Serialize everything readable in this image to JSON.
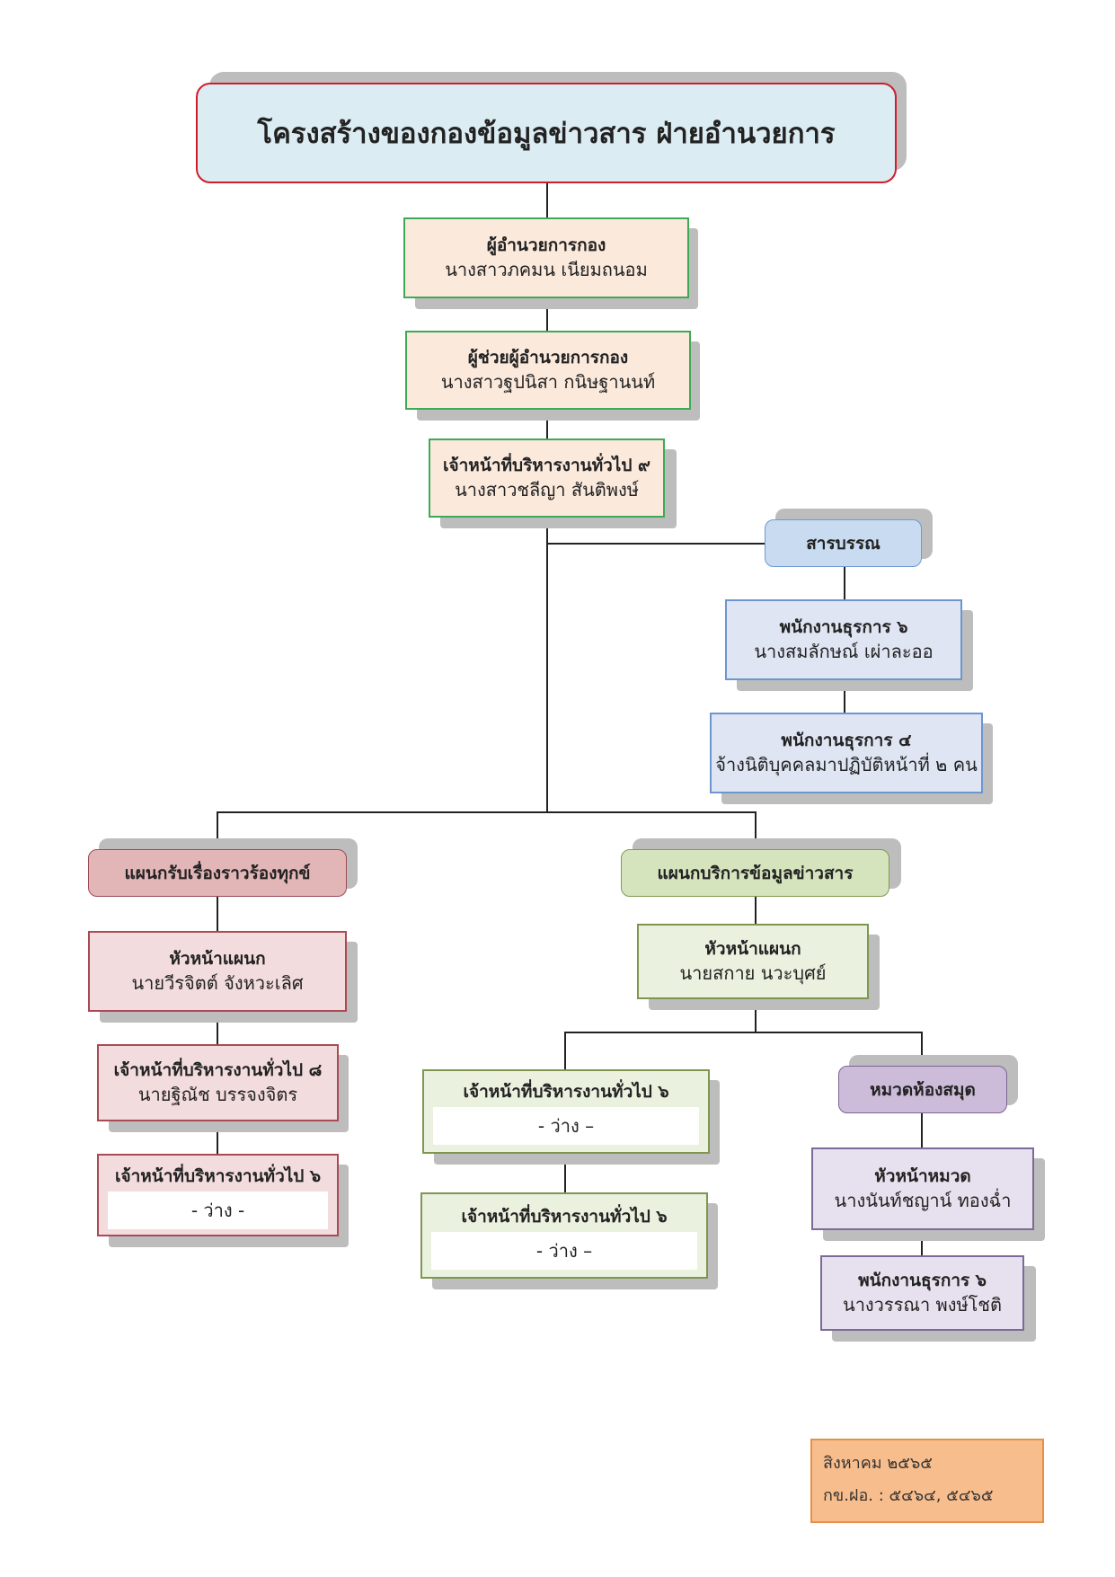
{
  "title": "โครงสร้างของกองข้อมูลข่าวสาร ฝ่ายอำนวยการ",
  "director": {
    "title": "ผู้อำนวยการกอง",
    "name": "นางสาวภคมน  เนียมถนอม"
  },
  "assistant_director": {
    "title": "ผู้ช่วยผู้อำนวยการกอง",
    "name": "นางสาวฐปนิสา  กนิษฐานนท์"
  },
  "general_officer_9": {
    "title": "เจ้าหน้าที่บริหารงานทั่วไป ๙",
    "name": "นางสาวชลีญา  สันติพงษ์"
  },
  "saraban": {
    "label": "สารบรรณ",
    "clerk_6": {
      "title": "พนักงานธุรการ ๖",
      "name": "นางสมลักษณ์  เผ่าละออ"
    },
    "clerk_4": {
      "title": "พนักงานธุรการ ๔",
      "name": "จ้างนิติบุคคลมาปฏิบัติหน้าที่ ๒ คน"
    }
  },
  "complaints_section": {
    "label": "แผนกรับเรื่องราวร้องทุกข์",
    "head": {
      "title": "หัวหน้าแผนก",
      "name": "นายวีรจิตต์  จังหวะเลิศ"
    },
    "officer_8": {
      "title": "เจ้าหน้าที่บริหารงานทั่วไป ๘",
      "name": "นายฐิณัช  บรรจงจิตร"
    },
    "officer_6": {
      "title": "เจ้าหน้าที่บริหารงานทั่วไป ๖",
      "name": "- ว่าง -"
    }
  },
  "info_service_section": {
    "label": "แผนกบริการข้อมูลข่าวสาร",
    "head": {
      "title": "หัวหน้าแผนก",
      "name": "นายสกาย  นวะบุศย์"
    },
    "officer_6a": {
      "title": "เจ้าหน้าที่บริหารงานทั่วไป ๖",
      "name": "- ว่าง –"
    },
    "officer_6b": {
      "title": "เจ้าหน้าที่บริหารงานทั่วไป ๖",
      "name": "- ว่าง –"
    }
  },
  "library_unit": {
    "label": "หมวดห้องสมุด",
    "head": {
      "title": "หัวหน้าหมวด",
      "name": "นางนันท์ชญาน์  ทองฉ่ำ"
    },
    "clerk_6": {
      "title": "พนักงานธุรการ ๖",
      "name": "นางวรรณา  พงษ์โชติ"
    }
  },
  "footnote": {
    "date": "สิงหาคม ๒๕๖๕",
    "phone": "กข.ฝอ. : ๕๔๖๔, ๕๔๖๕"
  },
  "colors": {
    "title_fill": "#dbecf3",
    "title_border": "#d11d2b",
    "executive_fill": "#fbe9dc",
    "executive_border": "#3daa55",
    "saraban_fill": "#dfe5f3",
    "complaints_fill": "#f3dcdd",
    "info_fill": "#ebf1df",
    "library_fill": "#e7e0ee",
    "note_fill": "#f8bd8d"
  }
}
